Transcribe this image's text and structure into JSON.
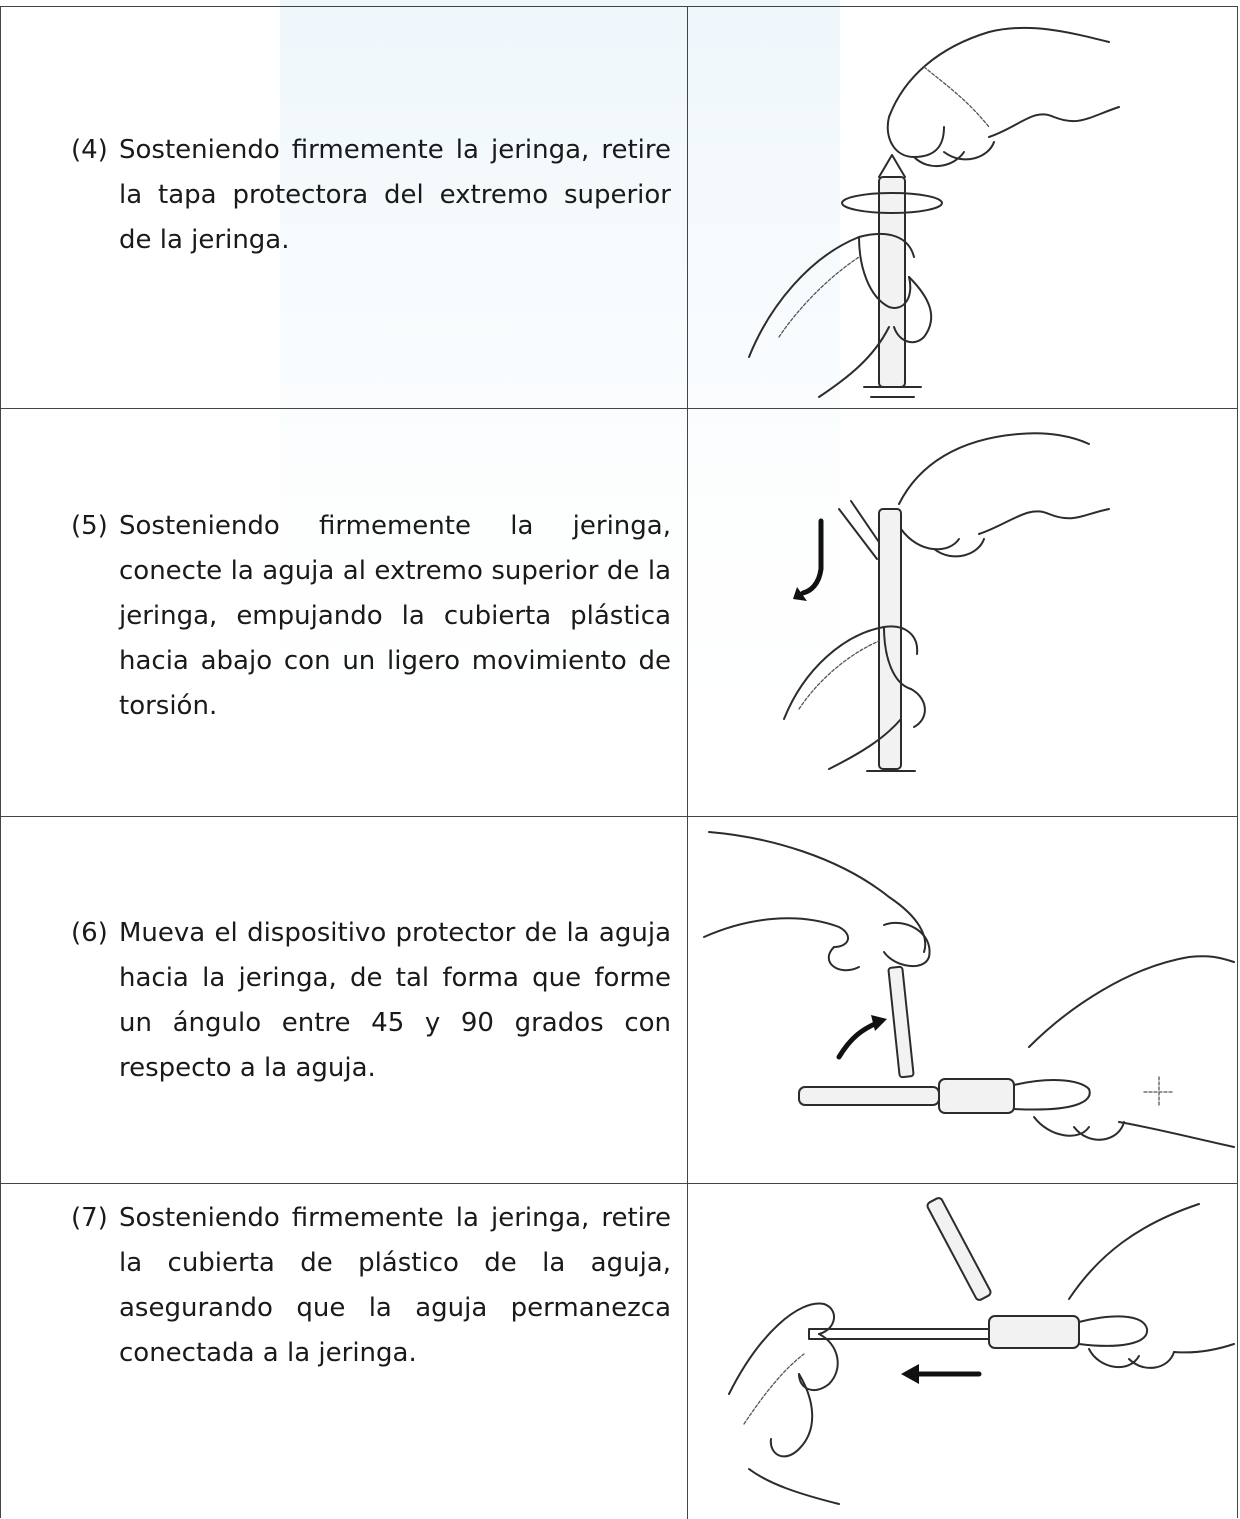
{
  "steps": [
    {
      "number": "(4)",
      "text": "Sosteniendo firmemente la jeringa, retire la tapa protectora del extremo superior de la jeringa."
    },
    {
      "number": "(5)",
      "text": "Sosteniendo firmemente la jeringa, conecte la aguja al extremo superior de la jeringa, empujando la cubierta plástica hacia abajo con un ligero movimiento de torsión."
    },
    {
      "number": "(6)",
      "text": "Mueva el dispositivo protector de la aguja hacia la jeringa, de tal forma que forme un ángulo entre 45 y 90 grados con respecto a la aguja."
    },
    {
      "number": "(7)",
      "text": "Sosteniendo firmemente la jeringa, retire la cubierta de plástico de la aguja, asegurando que la aguja permanezca conectada a la jeringa."
    }
  ],
  "illustrations": [
    {
      "icon": "hands-removing-syringe-cap-illustration"
    },
    {
      "icon": "hands-attaching-needle-illustration"
    },
    {
      "icon": "hands-tilting-needle-guard-illustration"
    },
    {
      "icon": "hands-removing-needle-cover-illustration"
    }
  ],
  "colors": {
    "border": "#444444",
    "text": "#1a1a1a",
    "scan_tint": "#e1f0f8"
  }
}
